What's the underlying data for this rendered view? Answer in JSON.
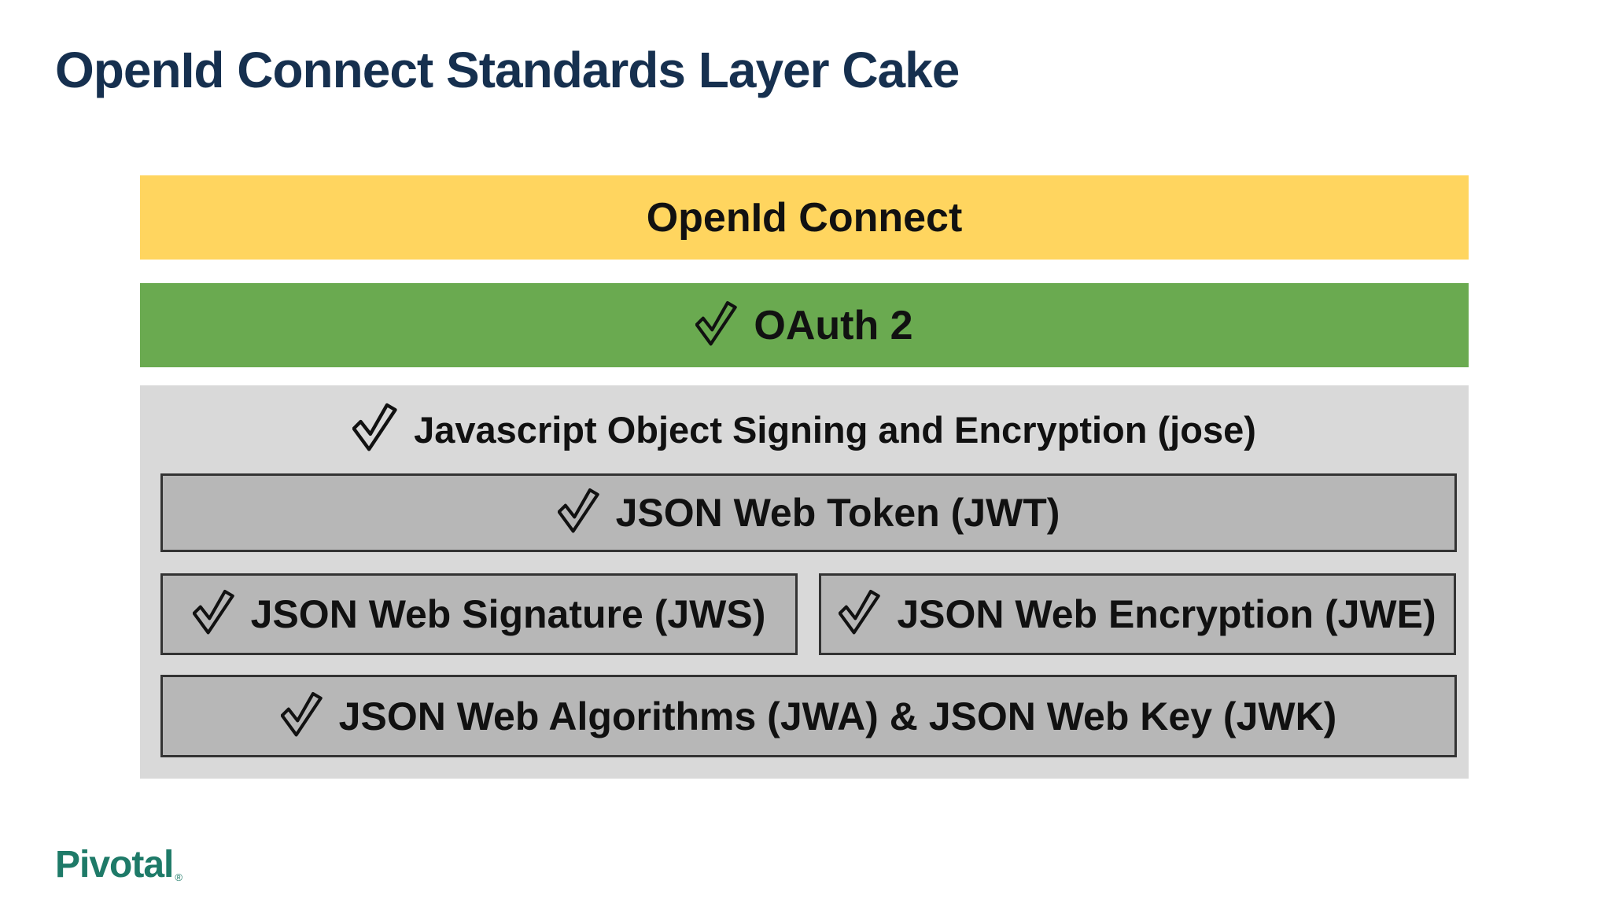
{
  "title": "OpenId Connect Standards Layer Cake",
  "colors": {
    "title": "#16304f",
    "yellow": "#ffd55f",
    "green": "#6aaa50",
    "container": "#d9d9d9",
    "box": "#b7b7b7",
    "box_border": "#333333",
    "logo": "#1e7a68"
  },
  "layers": {
    "openid": {
      "label": "OpenId Connect",
      "checked": false
    },
    "oauth": {
      "label": "OAuth 2",
      "checked": true
    },
    "jose": {
      "label": "Javascript Object Signing and Encryption (jose)",
      "checked": true
    },
    "jwt": {
      "label": "JSON Web Token (JWT)",
      "checked": true
    },
    "jws": {
      "label": "JSON Web Signature (JWS)",
      "checked": true
    },
    "jwe": {
      "label": "JSON Web Encryption (JWE)",
      "checked": true
    },
    "jwa_jwk": {
      "label": "JSON Web Algorithms (JWA) & JSON Web Key (JWK)",
      "checked": true
    }
  },
  "footer": {
    "logo_text": "Pivotal",
    "registered_mark": "®"
  }
}
